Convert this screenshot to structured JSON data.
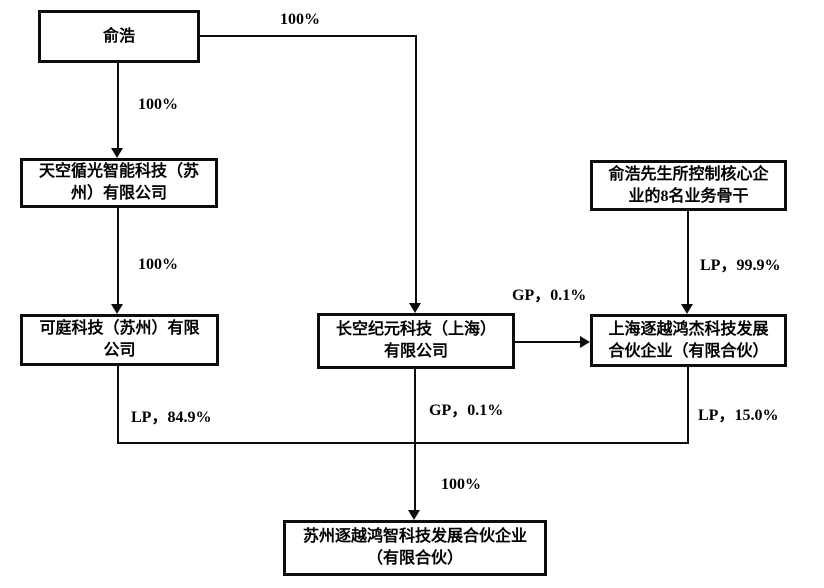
{
  "figure": {
    "type": "ownership-structure-diagram",
    "background_color": "#ffffff",
    "line_color": "#0d0d0d",
    "text_color": "#000000"
  },
  "nodes": [
    {
      "id": "yuhao",
      "label": "俞浩"
    },
    {
      "id": "tiankong-xunguang",
      "label": "天空循光智能科技（苏州）有限公司"
    },
    {
      "id": "keting",
      "label": "可庭科技（苏州）有限公司"
    },
    {
      "id": "changkong-jiyuan",
      "label": "长空纪元科技（上海）有限公司"
    },
    {
      "id": "core-staff",
      "label": "俞浩先生所控制核心企业的8名业务骨干"
    },
    {
      "id": "shanghai-zhuyue-hongjie",
      "label": "上海逐越鸿杰科技发展合伙企业（有限合伙）"
    },
    {
      "id": "suzhou-zhuyue-hongzhi",
      "label": "苏州逐越鸿智科技发展合伙企业（有限合伙）"
    }
  ],
  "edges": [
    {
      "from": "yuhao",
      "to": "changkong-jiyuan",
      "label": "100%"
    },
    {
      "from": "yuhao",
      "to": "tiankong-xunguang",
      "label": "100%"
    },
    {
      "from": "tiankong-xunguang",
      "to": "keting",
      "label": "100%"
    },
    {
      "from": "core-staff",
      "to": "shanghai-zhuyue-hongjie",
      "label": "LP，99.9%"
    },
    {
      "from": "changkong-jiyuan",
      "to": "shanghai-zhuyue-hongjie",
      "label": "GP，0.1%"
    },
    {
      "from": "keting",
      "to": "suzhou-zhuyue-hongzhi",
      "label": "LP，84.9%"
    },
    {
      "from": "changkong-jiyuan",
      "to": "suzhou-zhuyue-hongzhi",
      "label": "GP，0.1%"
    },
    {
      "from": "shanghai-zhuyue-hongjie",
      "to": "suzhou-zhuyue-hongzhi",
      "label": "LP，15.0%"
    },
    {
      "from": "merged-line",
      "to": "suzhou-zhuyue-hongzhi",
      "label": "100%"
    }
  ]
}
